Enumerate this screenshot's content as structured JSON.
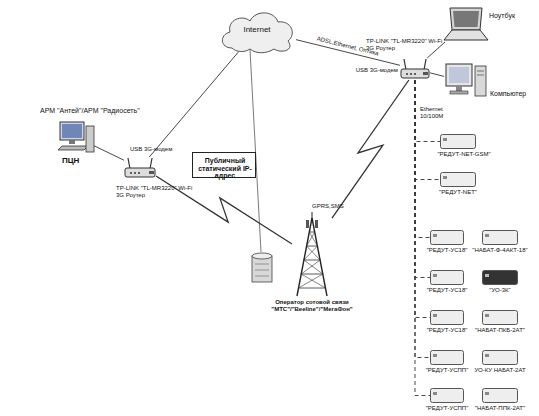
{
  "diagram": {
    "nodes": [
      {
        "text": [
          "Internet"
        ]
      },
      {
        "text": [
          "АРМ \"Антей\"/АРМ \"Радиосеть\"",
          "ПЦН"
        ]
      },
      {
        "text": [
          "USB 3G-модем",
          "TP-LINK \"TL-MR3220\" Wi-Fi 3G Роутер"
        ]
      },
      {
        "text": [
          "Публичный статический IP- адрес"
        ]
      },
      {
        "text": [
          "TP-LINK \"TL-MR3220\" Wi-Fi 3G Роутер",
          "USB 3G-модем"
        ]
      },
      {
        "text": [
          "Ноутбук"
        ]
      },
      {
        "text": [
          "Компьютер"
        ]
      },
      {
        "text": [
          "\"РЕДУТ-NET-GSM\""
        ]
      },
      {
        "text": [
          "\"РЕДУТ-NET\""
        ]
      },
      {
        "text": [
          "GPRS,SMS",
          "Оператор сотовой связи \"МТС\"/\"Beeline\"/\"МегаФон\""
        ]
      },
      {
        "text": [
          "\"РЕДУТ-УС18\""
        ]
      },
      {
        "text": [
          "\"НАБАТ-Ф-4АКТ-18\""
        ]
      },
      {
        "text": [
          "\"РЕДУТ-УС18\""
        ]
      },
      {
        "text": [
          "\"УО-3К\""
        ]
      },
      {
        "text": [
          "\"РЕДУТ-УС18\""
        ]
      },
      {
        "text": [
          "\"НАБАТ-ПКБ-2АТ\""
        ]
      },
      {
        "text": [
          "\"РЕДУТ-УСПП\""
        ]
      },
      {
        "text": [
          "УО-КУ НАБАТ-2АТ"
        ]
      },
      {
        "text": [
          "\"РЕДУТ-УСПП\""
        ]
      },
      {
        "text": [
          "\"НАБАТ-ППК-2АТ\""
        ]
      }
    ],
    "edges": [
      {
        "from": 1,
        "to": 2,
        "arrow": "none"
      },
      {
        "from": 2,
        "to": 0,
        "arrow": "none"
      },
      {
        "from": 0,
        "to": 4,
        "label": "ADSL,Ethernet, Оптика",
        "arrow": "none"
      },
      {
        "from": 2,
        "to": 9,
        "arrow": "none"
      },
      {
        "from": 4,
        "to": 9,
        "arrow": "none"
      },
      {
        "from": 4,
        "to": 5,
        "arrow": "none"
      },
      {
        "from": 4,
        "to": 6,
        "arrow": "none"
      },
      {
        "from": 4,
        "to": 7,
        "arrow": "none"
      },
      {
        "from": 4,
        "to": 8,
        "arrow": "none"
      },
      {
        "from": 4,
        "to": 10,
        "arrow": "none"
      },
      {
        "from": 4,
        "to": 12,
        "arrow": "none"
      },
      {
        "from": 4,
        "to": 14,
        "arrow": "none"
      },
      {
        "from": 4,
        "to": 16,
        "arrow": "none"
      },
      {
        "from": 4,
        "to": 18,
        "arrow": "none"
      }
    ],
    "labels": [
      "Ethernet 10/100M"
    ]
  }
}
